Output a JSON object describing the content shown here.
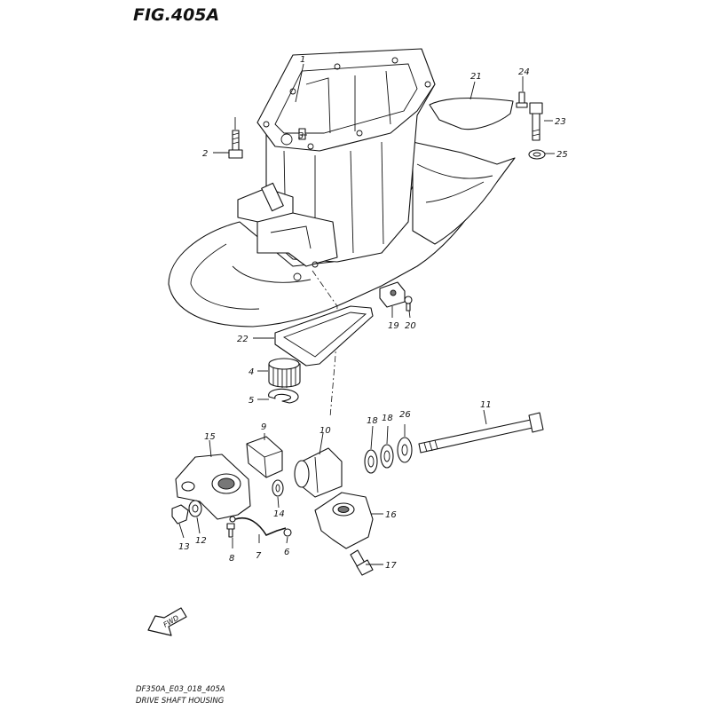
{
  "figure_title": "FIG.405A",
  "caption": {
    "code": "DF350A_E03_018_405A",
    "name": "DRIVE SHAFT HOUSING"
  },
  "direction_label": "FWD",
  "callouts": [
    {
      "id": "c1",
      "label": "1"
    },
    {
      "id": "c2",
      "label": "2"
    },
    {
      "id": "c3",
      "label": "3"
    },
    {
      "id": "c4",
      "label": "4"
    },
    {
      "id": "c5",
      "label": "5"
    },
    {
      "id": "c6",
      "label": "6"
    },
    {
      "id": "c7",
      "label": "7"
    },
    {
      "id": "c8",
      "label": "8"
    },
    {
      "id": "c9",
      "label": "9"
    },
    {
      "id": "c10",
      "label": "10"
    },
    {
      "id": "c11",
      "label": "11"
    },
    {
      "id": "c12",
      "label": "12"
    },
    {
      "id": "c13",
      "label": "13"
    },
    {
      "id": "c14",
      "label": "14"
    },
    {
      "id": "c15",
      "label": "15"
    },
    {
      "id": "c16",
      "label": "16"
    },
    {
      "id": "c17",
      "label": "17"
    },
    {
      "id": "c18a",
      "label": "18"
    },
    {
      "id": "c18b",
      "label": "18"
    },
    {
      "id": "c19",
      "label": "19"
    },
    {
      "id": "c20",
      "label": "20"
    },
    {
      "id": "c21",
      "label": "21"
    },
    {
      "id": "c22",
      "label": "22"
    },
    {
      "id": "c23",
      "label": "23"
    },
    {
      "id": "c24",
      "label": "24"
    },
    {
      "id": "c25",
      "label": "25"
    },
    {
      "id": "c26",
      "label": "26"
    }
  ]
}
